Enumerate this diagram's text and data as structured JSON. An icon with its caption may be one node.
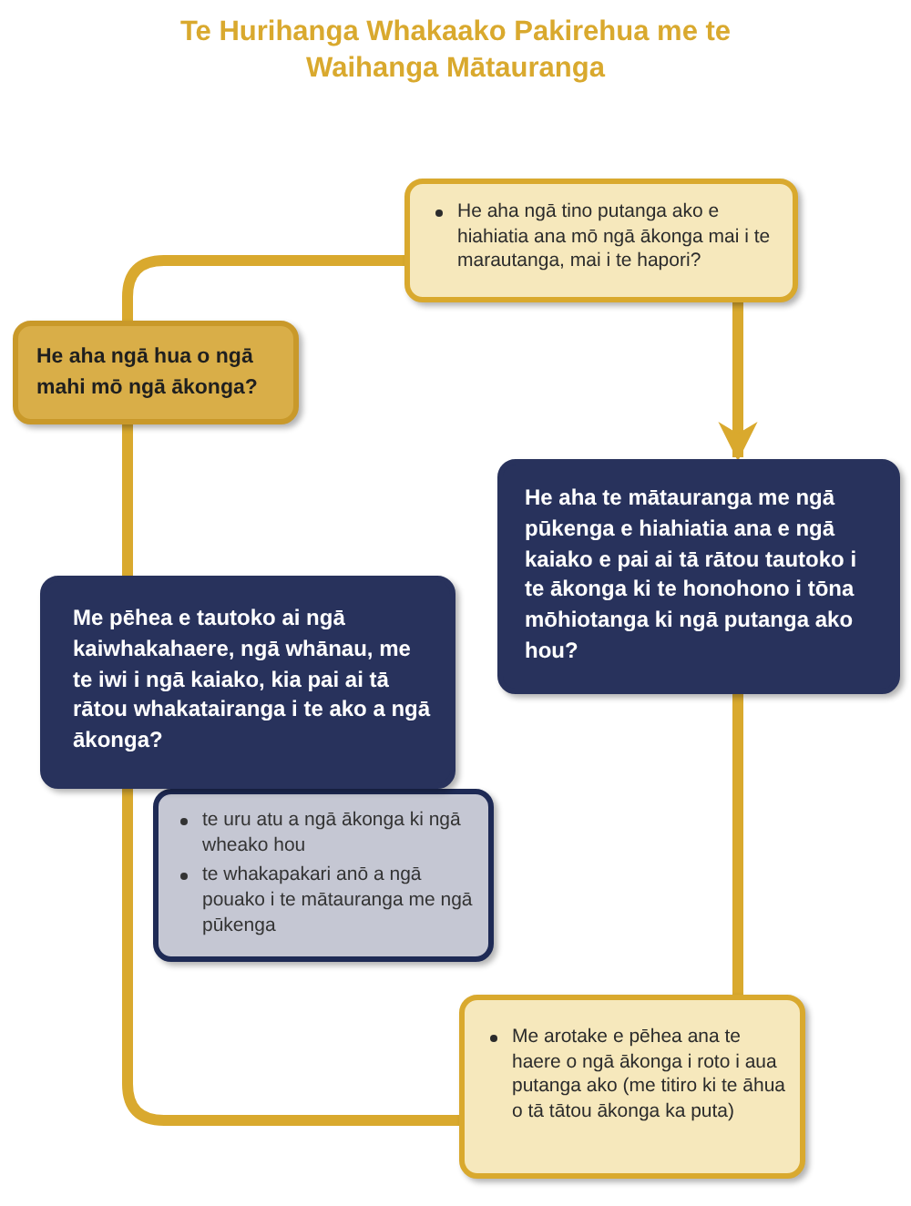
{
  "diagram": {
    "title": "Te Hurihanga Whakaako Pakirehua me te Waihanga Mātauranga",
    "nodes": [
      {
        "text": [
          "He aha ngā tino putanga ako e hiahiatia ana mō ngā ākonga mai i te marautanga, mai i te hapori?"
        ]
      },
      {
        "text": [
          "He aha ngā hua o ngā mahi mō ngā ākonga?"
        ]
      },
      {
        "text": [
          "He aha te mātauranga me ngā pūkenga e hiahiatia ana e ngā kaiako e pai ai tā rātou tautoko i te ākonga ki te honohono i tōna mōhiotanga ki ngā putanga ako hou?"
        ]
      },
      {
        "text": [
          "Me pēhea e tautoko ai ngā kaiwhakahaere, ngā whānau, me te iwi i ngā kaiako, kia pai ai tā rātou whakatairanga i te ako a ngā ākonga?"
        ]
      },
      {
        "text": [
          "te uru atu a ngā ākonga ki ngā wheako hou",
          "te whakapakari anō a ngā pouako i te mātauranga me ngā pūkenga"
        ]
      },
      {
        "text": [
          "Me arotake e pēhea ana te haere o ngā ākonga i roto i aua putanga ako (me titiro ki te āhua o tā tātou ākonga ka puta)"
        ]
      }
    ],
    "edges": [
      {
        "from": 0,
        "to": 2,
        "arrow": "to"
      },
      {
        "from": 2,
        "to": 5,
        "arrow": "none"
      },
      {
        "from": 5,
        "to": 3,
        "arrow": "none"
      },
      {
        "from": 3,
        "to": 1,
        "arrow": "none"
      },
      {
        "from": 1,
        "to": 0,
        "arrow": "none"
      }
    ]
  }
}
